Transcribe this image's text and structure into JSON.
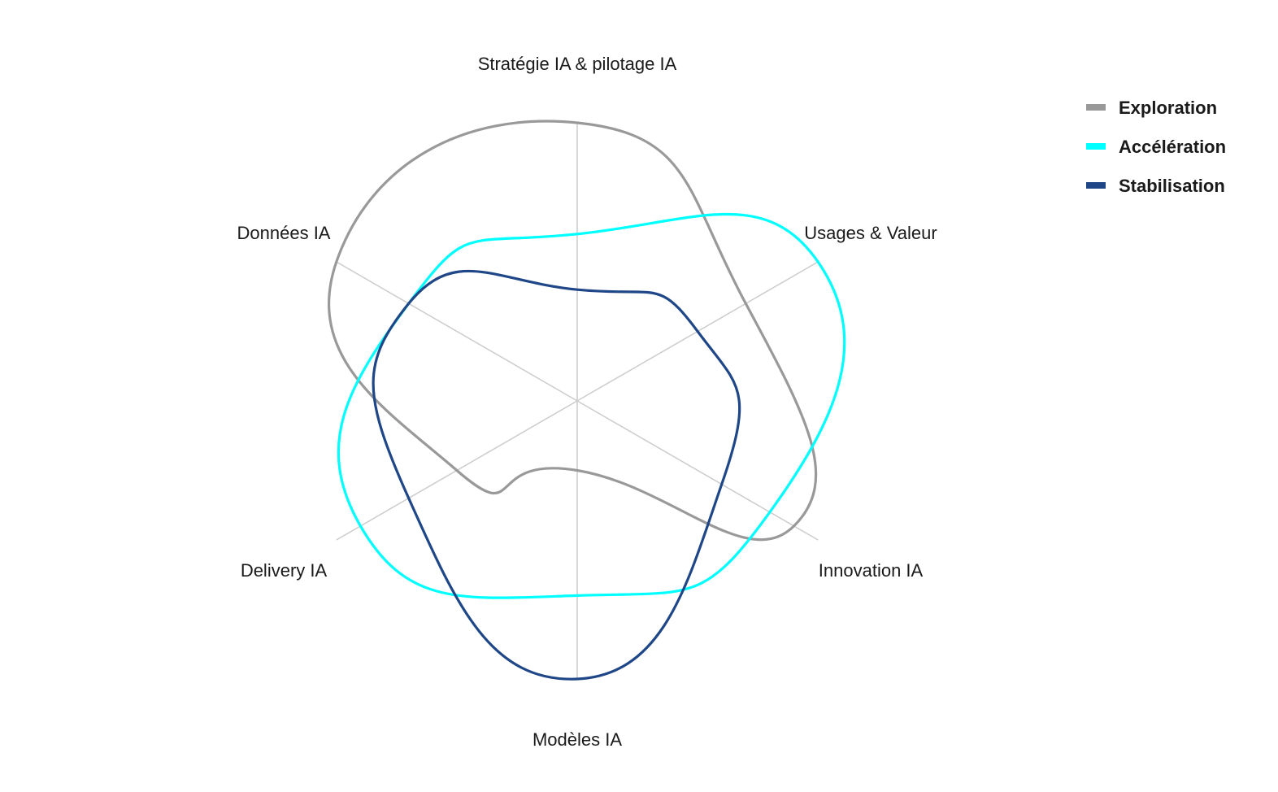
{
  "chart_data": {
    "type": "radar",
    "categories": [
      "Stratégie IA & pilotage IA",
      "Usages & Valeur",
      "Innovation IA",
      "Modèles IA",
      "Delivery IA",
      "Données IA"
    ],
    "series": [
      {
        "name": "Exploration",
        "color": "#999999",
        "values": [
          100,
          70,
          90,
          25,
          50,
          100
        ]
      },
      {
        "name": "Accélération",
        "color": "#00FFFF",
        "values": [
          60,
          100,
          80,
          70,
          90,
          70
        ]
      },
      {
        "name": "Stabilisation",
        "color": "#1F4788",
        "values": [
          40,
          50,
          60,
          100,
          70,
          70
        ]
      }
    ],
    "rlim": [
      0,
      100
    ],
    "grid": "spokes",
    "line_style": "smooth",
    "legend_position": "top-right"
  }
}
